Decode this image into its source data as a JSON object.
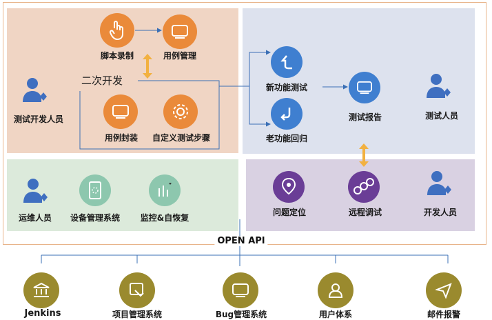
{
  "dev": {
    "script_record": "脚本录制",
    "case_manage": "用例管理",
    "secondary_dev": "二次开发",
    "case_wrap": "用例封装",
    "custom_steps": "自定义测试步骤",
    "test_dev_person": "测试开发人员"
  },
  "test": {
    "new_feature": "新功能测试",
    "old_regress": "老功能回归",
    "report": "测试报告",
    "tester": "测试人员"
  },
  "ops": {
    "ops_person": "运维人员",
    "device_mgmt": "设备管理系统",
    "monitor": "监控&自恢复"
  },
  "debug": {
    "locate": "问题定位",
    "remote": "远程调试",
    "developer": "开发人员"
  },
  "api_label": "OPEN API",
  "integrations": [
    {
      "label": "Jenkins",
      "icon": "bank-icon"
    },
    {
      "label": "项目管理系统",
      "icon": "board-icon"
    },
    {
      "label": "Bug管理系统",
      "icon": "monitor-icon"
    },
    {
      "label": "用户体系",
      "icon": "user-icon"
    },
    {
      "label": "邮件报警",
      "icon": "send-icon"
    }
  ],
  "colors": {
    "orange": "#ea8a3a",
    "blue": "#3f7fd0",
    "green": "#8dc7ae",
    "purple": "#6a3d96",
    "gold": "#9a8a2e",
    "arrow": "#f2b141"
  }
}
